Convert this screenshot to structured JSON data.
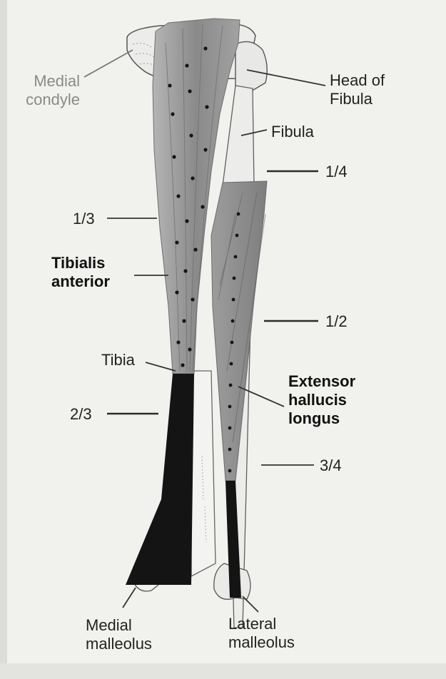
{
  "labels": {
    "medial_condyle": [
      "Medial",
      "condyle"
    ],
    "head_of_fibula": [
      "Head of",
      "Fibula"
    ],
    "fibula": "Fibula",
    "tibialis_anterior": [
      "Tibialis",
      "anterior"
    ],
    "tibia": "Tibia",
    "extensor_hallucis_longus": [
      "Extensor",
      "hallucis",
      "longus"
    ],
    "medial_malleolus": [
      "Medial",
      "malleolus"
    ],
    "lateral_malleolus": [
      "Lateral",
      "malleolus"
    ]
  },
  "fractions": {
    "one_quarter": "1/4",
    "one_third": "1/3",
    "one_half": "1/2",
    "two_thirds": "2/3",
    "three_quarters": "3/4"
  },
  "colors": {
    "paper": "#f1f1ee",
    "muscle_shade": "#8f8f8f",
    "tendon": "#141414",
    "bone_outline": "#555555",
    "label_gray": "#8a8a8a",
    "label_dark": "#222222"
  }
}
